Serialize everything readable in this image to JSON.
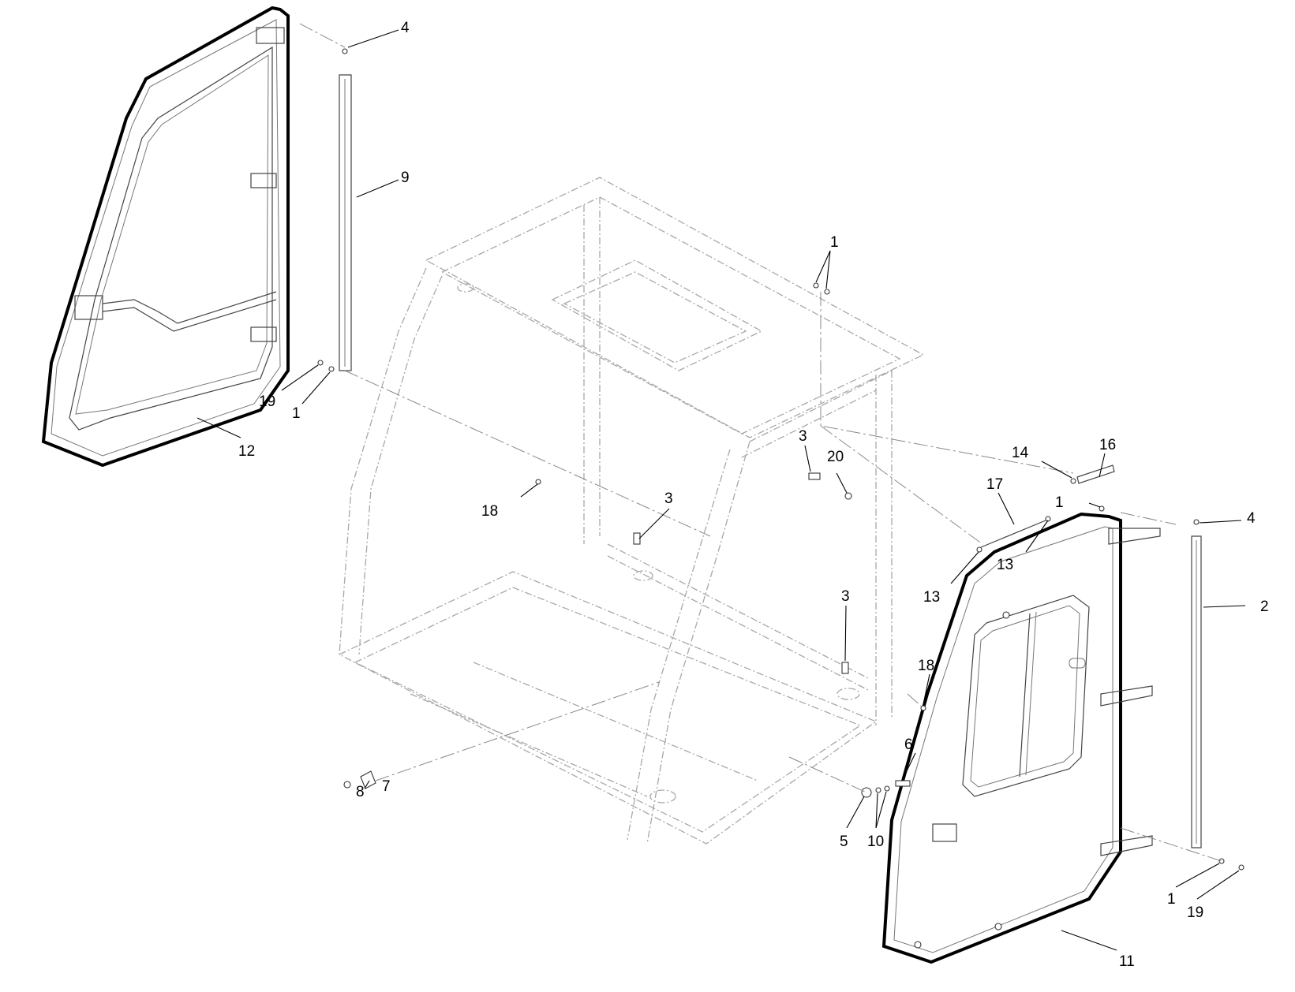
{
  "diagram": {
    "callouts": [
      {
        "id": "c1",
        "text": "4"
      },
      {
        "id": "c2",
        "text": "9"
      },
      {
        "id": "c3",
        "text": "19"
      },
      {
        "id": "c4",
        "text": "1"
      },
      {
        "id": "c5",
        "text": "12"
      },
      {
        "id": "c6",
        "text": "1"
      },
      {
        "id": "c7",
        "text": "3"
      },
      {
        "id": "c8",
        "text": "20"
      },
      {
        "id": "c9",
        "text": "14"
      },
      {
        "id": "c10",
        "text": "16"
      },
      {
        "id": "c11",
        "text": "18"
      },
      {
        "id": "c12",
        "text": "3"
      },
      {
        "id": "c13",
        "text": "17"
      },
      {
        "id": "c14",
        "text": "1"
      },
      {
        "id": "c15",
        "text": "4"
      },
      {
        "id": "c16",
        "text": "13"
      },
      {
        "id": "c17",
        "text": "13"
      },
      {
        "id": "c18",
        "text": "2"
      },
      {
        "id": "c19",
        "text": "3"
      },
      {
        "id": "c20",
        "text": "18"
      },
      {
        "id": "c21",
        "text": "6"
      },
      {
        "id": "c22",
        "text": "8"
      },
      {
        "id": "c23",
        "text": "7"
      },
      {
        "id": "c24",
        "text": "5"
      },
      {
        "id": "c25",
        "text": "10"
      },
      {
        "id": "c26",
        "text": "1"
      },
      {
        "id": "c27",
        "text": "19"
      },
      {
        "id": "c28",
        "text": "11"
      }
    ]
  }
}
